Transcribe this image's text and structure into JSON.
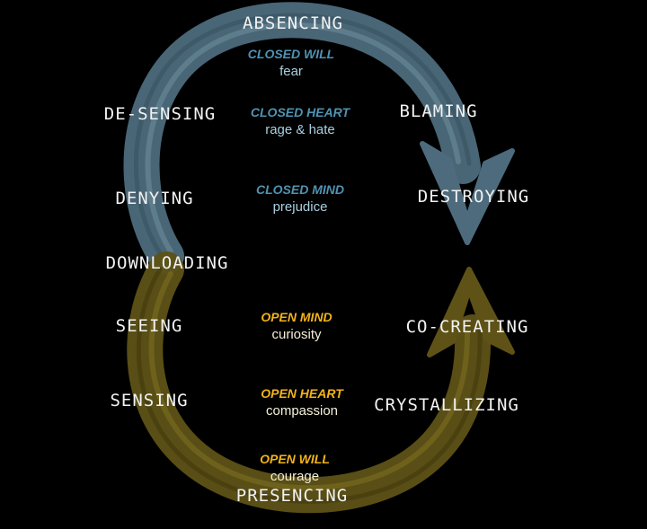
{
  "colors": {
    "closed_arrow": "#4d6b7c",
    "open_arrow": "#5e5216",
    "closed_text": "#4f93b3",
    "open_text": "#f2b31a"
  },
  "stages": {
    "absencing": "ABSENCING",
    "de_sensing": "DE-SENSING",
    "blaming": "BLAMING",
    "denying": "DENYING",
    "destroying": "DESTROYING",
    "downloading": "DOWNLOADING",
    "seeing": "SEEING",
    "co_creating": "CO-CREATING",
    "sensing": "SENSING",
    "crystallizing": "CRYSTALLIZING",
    "presencing": "PRESENCING"
  },
  "states": {
    "closed_will": {
      "head": "CLOSED WILL",
      "sub": "fear"
    },
    "closed_heart": {
      "head": "CLOSED HEART",
      "sub": "rage & hate"
    },
    "closed_mind": {
      "head": "CLOSED MIND",
      "sub": "prejudice"
    },
    "open_mind": {
      "head": "OPEN  MIND",
      "sub": "curiosity"
    },
    "open_heart": {
      "head": "OPEN HEART",
      "sub": "compassion"
    },
    "open_will": {
      "head": "OPEN WILL",
      "sub": "courage"
    }
  }
}
